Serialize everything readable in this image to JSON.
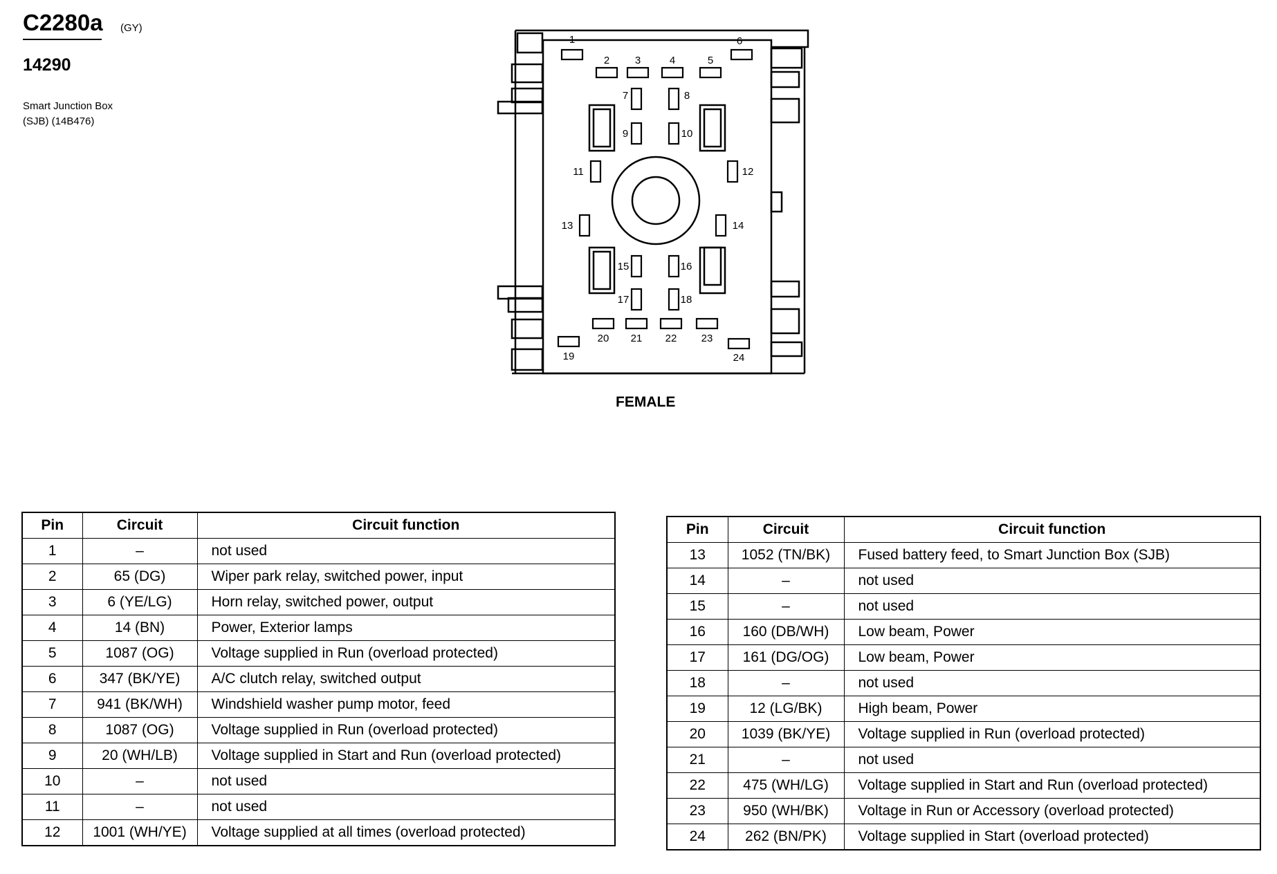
{
  "header": {
    "connector_id": "C2280a",
    "color_code": "(GY)",
    "part_number": "14290",
    "description_line1": "Smart Junction Box",
    "description_line2": "(SJB) (14B476)"
  },
  "diagram": {
    "gender": "FEMALE",
    "pin_labels": [
      "1",
      "2",
      "3",
      "4",
      "5",
      "6",
      "7",
      "8",
      "9",
      "10",
      "11",
      "12",
      "13",
      "14",
      "15",
      "16",
      "17",
      "18",
      "19",
      "20",
      "21",
      "22",
      "23",
      "24"
    ]
  },
  "tables": {
    "headers": {
      "pin": "Pin",
      "circuit": "Circuit",
      "function": "Circuit function"
    },
    "left": [
      {
        "pin": "1",
        "circuit": "–",
        "function": "not used"
      },
      {
        "pin": "2",
        "circuit": "65 (DG)",
        "function": "Wiper park relay, switched power, input"
      },
      {
        "pin": "3",
        "circuit": "6 (YE/LG)",
        "function": "Horn relay, switched power, output"
      },
      {
        "pin": "4",
        "circuit": "14 (BN)",
        "function": "Power, Exterior lamps"
      },
      {
        "pin": "5",
        "circuit": "1087 (OG)",
        "function": "Voltage supplied in Run (overload protected)"
      },
      {
        "pin": "6",
        "circuit": "347 (BK/YE)",
        "function": "A/C clutch relay, switched output"
      },
      {
        "pin": "7",
        "circuit": "941 (BK/WH)",
        "function": "Windshield washer pump motor, feed"
      },
      {
        "pin": "8",
        "circuit": "1087 (OG)",
        "function": "Voltage supplied in Run (overload protected)"
      },
      {
        "pin": "9",
        "circuit": "20 (WH/LB)",
        "function": "Voltage supplied in Start and Run (overload protected)"
      },
      {
        "pin": "10",
        "circuit": "–",
        "function": "not used"
      },
      {
        "pin": "11",
        "circuit": "–",
        "function": "not used"
      },
      {
        "pin": "12",
        "circuit": "1001 (WH/YE)",
        "function": "Voltage supplied at all times (overload protected)"
      }
    ],
    "right": [
      {
        "pin": "13",
        "circuit": "1052 (TN/BK)",
        "function": "Fused battery feed, to Smart Junction Box (SJB)"
      },
      {
        "pin": "14",
        "circuit": "–",
        "function": "not used"
      },
      {
        "pin": "15",
        "circuit": "–",
        "function": "not used"
      },
      {
        "pin": "16",
        "circuit": "160 (DB/WH)",
        "function": "Low beam, Power"
      },
      {
        "pin": "17",
        "circuit": "161 (DG/OG)",
        "function": "Low beam, Power"
      },
      {
        "pin": "18",
        "circuit": "–",
        "function": "not used"
      },
      {
        "pin": "19",
        "circuit": "12 (LG/BK)",
        "function": "High beam, Power"
      },
      {
        "pin": "20",
        "circuit": "1039 (BK/YE)",
        "function": "Voltage supplied in Run (overload protected)"
      },
      {
        "pin": "21",
        "circuit": "–",
        "function": "not used"
      },
      {
        "pin": "22",
        "circuit": "475 (WH/LG)",
        "function": "Voltage supplied in Start and Run (overload protected)"
      },
      {
        "pin": "23",
        "circuit": "950 (WH/BK)",
        "function": "Voltage in Run or Accessory (overload protected)"
      },
      {
        "pin": "24",
        "circuit": "262 (BN/PK)",
        "function": "Voltage supplied in Start (overload protected)"
      }
    ]
  }
}
